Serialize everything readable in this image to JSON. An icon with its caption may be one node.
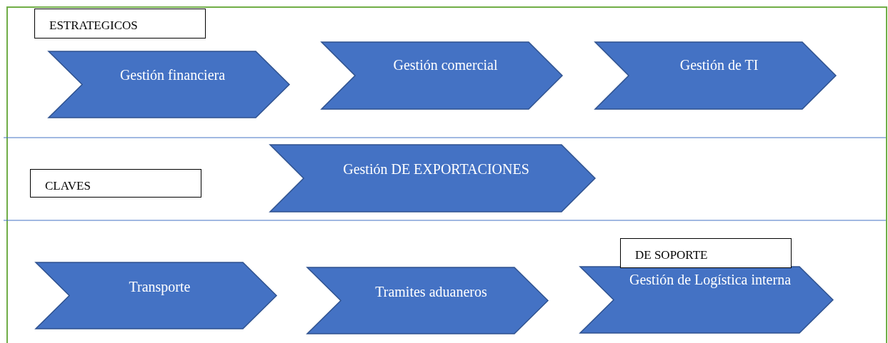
{
  "diagram": {
    "nodes": [
      {
        "text": [
          "ESTRATEGICOS"
        ]
      },
      {
        "text": [
          "Gestión financiera"
        ]
      },
      {
        "text": [
          "Gestión comercial"
        ]
      },
      {
        "text": [
          "Gestión de TI"
        ]
      },
      {
        "text": [
          "Gestión DE EXPORTACIONES"
        ]
      },
      {
        "text": [
          "CLAVES"
        ]
      },
      {
        "text": [
          "DE SOPORTE"
        ]
      },
      {
        "text": [
          "Transporte"
        ]
      },
      {
        "text": [
          "Tramites aduaneros"
        ]
      },
      {
        "text": [
          "Gestión de Logística interna"
        ]
      }
    ],
    "edges": []
  }
}
